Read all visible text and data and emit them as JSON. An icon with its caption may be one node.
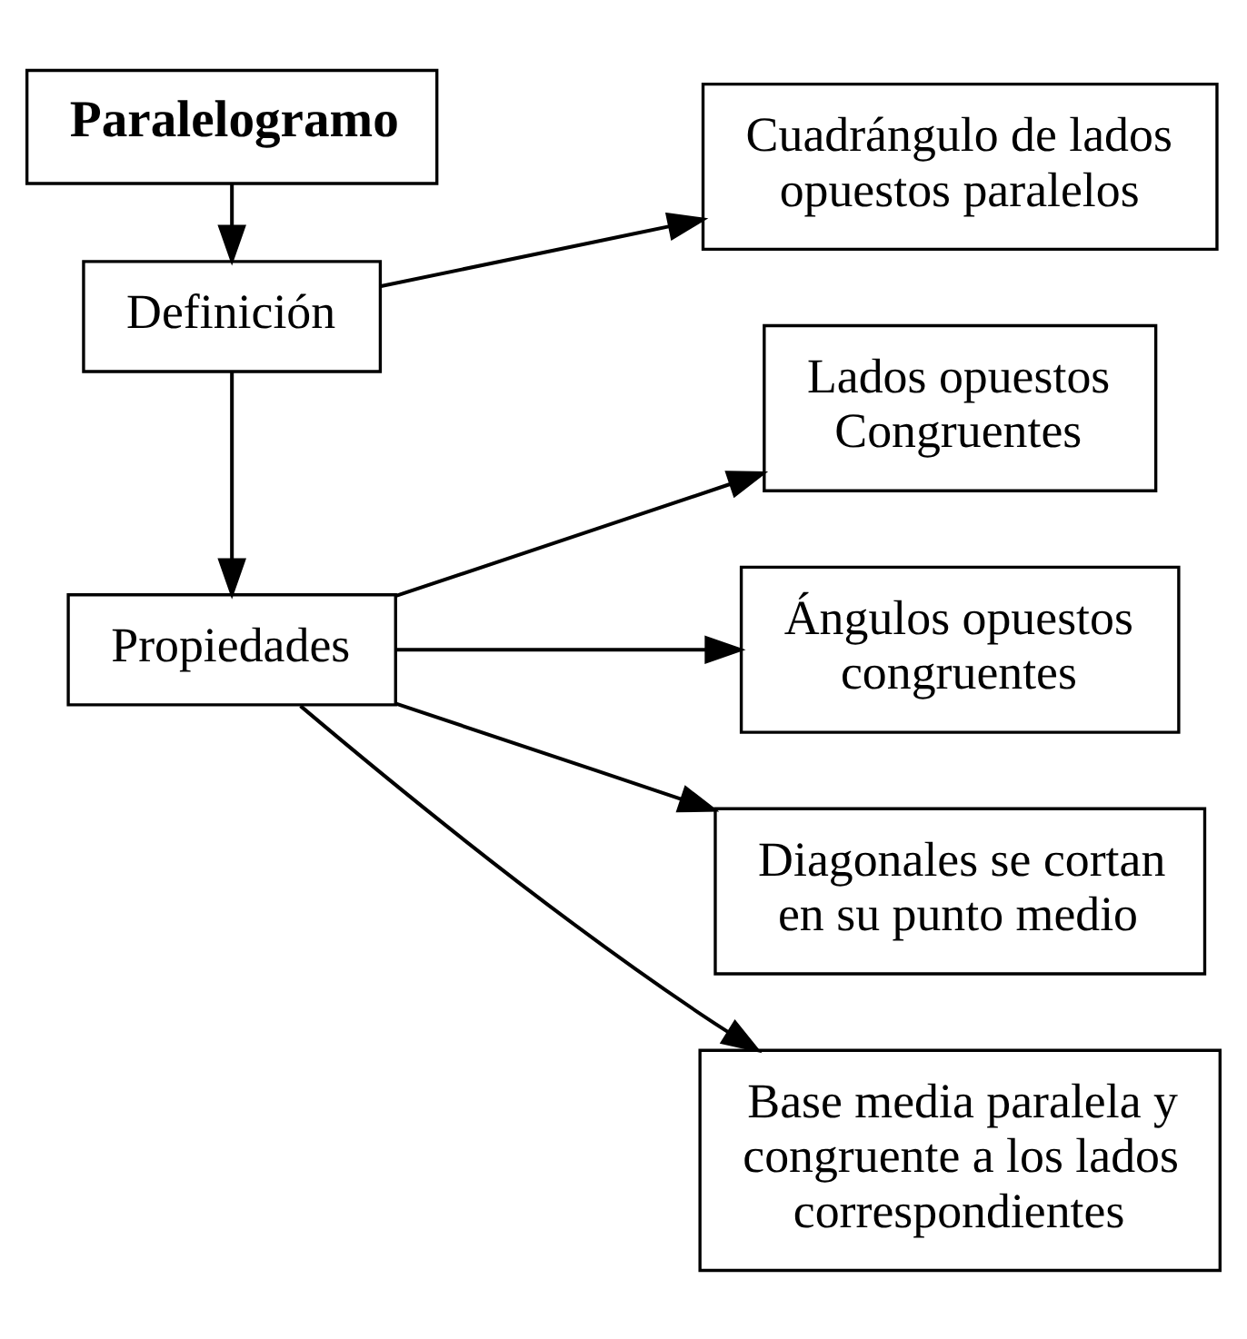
{
  "diagram": {
    "nodes": [
      {
        "text": [
          "Paralelogramo"
        ]
      },
      {
        "text": [
          "Definición"
        ]
      },
      {
        "text": [
          "Cuadrángulo de lados opuestos paralelos"
        ]
      },
      {
        "text": [
          "Propiedades"
        ]
      },
      {
        "text": [
          "Lados opuestos Congruentes"
        ]
      },
      {
        "text": [
          "Ángulos opuestos congruentes"
        ]
      },
      {
        "text": [
          "Diagonales se cortan en su punto medio"
        ]
      },
      {
        "text": [
          "Base media paralela y congruente a los lados correspondientes"
        ]
      }
    ],
    "edges": [
      {
        "from": 0,
        "to": 1,
        "arrow": "to"
      },
      {
        "from": 1,
        "to": 2,
        "arrow": "to"
      },
      {
        "from": 1,
        "to": 3,
        "arrow": "to"
      },
      {
        "from": 3,
        "to": 4,
        "arrow": "to"
      },
      {
        "from": 3,
        "to": 5,
        "arrow": "to"
      },
      {
        "from": 3,
        "to": 6,
        "arrow": "to"
      },
      {
        "from": 3,
        "to": 7,
        "arrow": "to"
      }
    ]
  }
}
